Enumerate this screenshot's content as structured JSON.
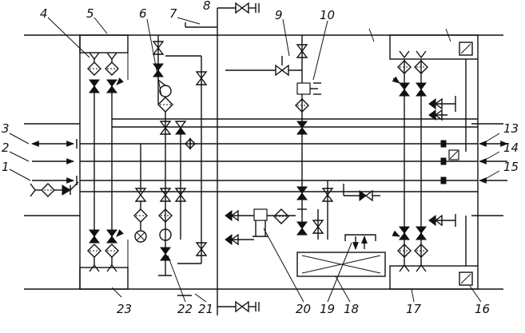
{
  "diagram": {
    "labels": {
      "n1": "1",
      "n2": "2",
      "n3": "3",
      "n4": "4",
      "n5": "5",
      "n6": "6",
      "n7": "7",
      "n8": "8",
      "n9": "9",
      "n10": "10",
      "n13": "13",
      "n14": "14",
      "n15": "15",
      "n16": "16",
      "n17": "17",
      "n18": "18",
      "n19": "19",
      "n20": "20",
      "n21": "21",
      "n22": "22",
      "n23": "23"
    }
  }
}
